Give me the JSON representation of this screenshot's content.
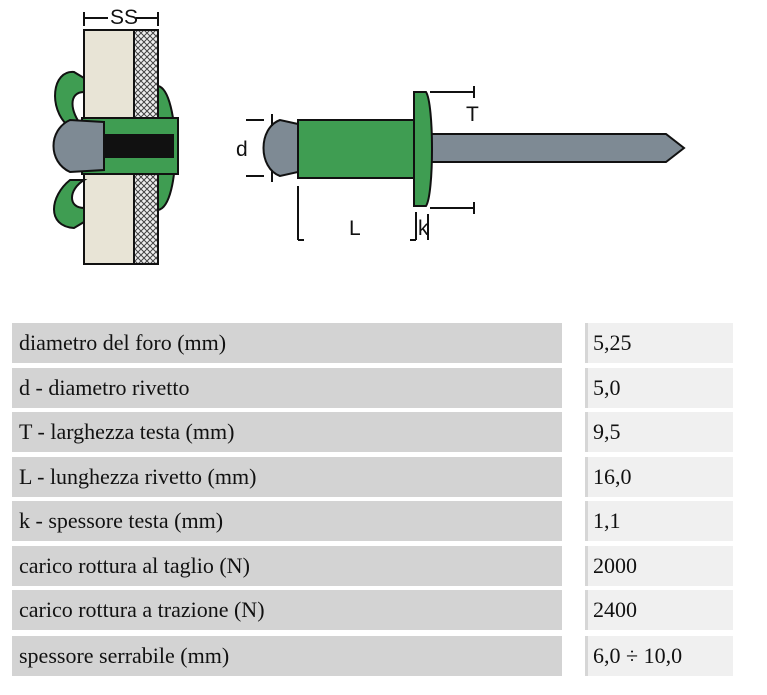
{
  "diagram": {
    "labels": {
      "ss": "SS",
      "t": "T",
      "d": "d",
      "l": "L",
      "k": "k"
    },
    "colors": {
      "rivet_green": "#3f9d52",
      "mandrel_gray": "#7e8a94",
      "plate_cream": "#e8e4d6"
    }
  },
  "specs": [
    {
      "label": "diametro del foro (mm)",
      "value": "5,25"
    },
    {
      "label": "d - diametro rivetto",
      "value": "5,0"
    },
    {
      "label": "T - larghezza testa (mm)",
      "value": "9,5"
    },
    {
      "label": "L - lunghezza rivetto (mm)",
      "value": "16,0"
    },
    {
      "label": "k - spessore testa (mm)",
      "value": "1,1"
    },
    {
      "label": "carico rottura al taglio (N)",
      "value": "2000"
    },
    {
      "label": "carico rottura a trazione (N)",
      "value": "2400"
    },
    {
      "label": "spessore serrabile (mm)",
      "value": "6,0 ÷ 10,0"
    }
  ]
}
